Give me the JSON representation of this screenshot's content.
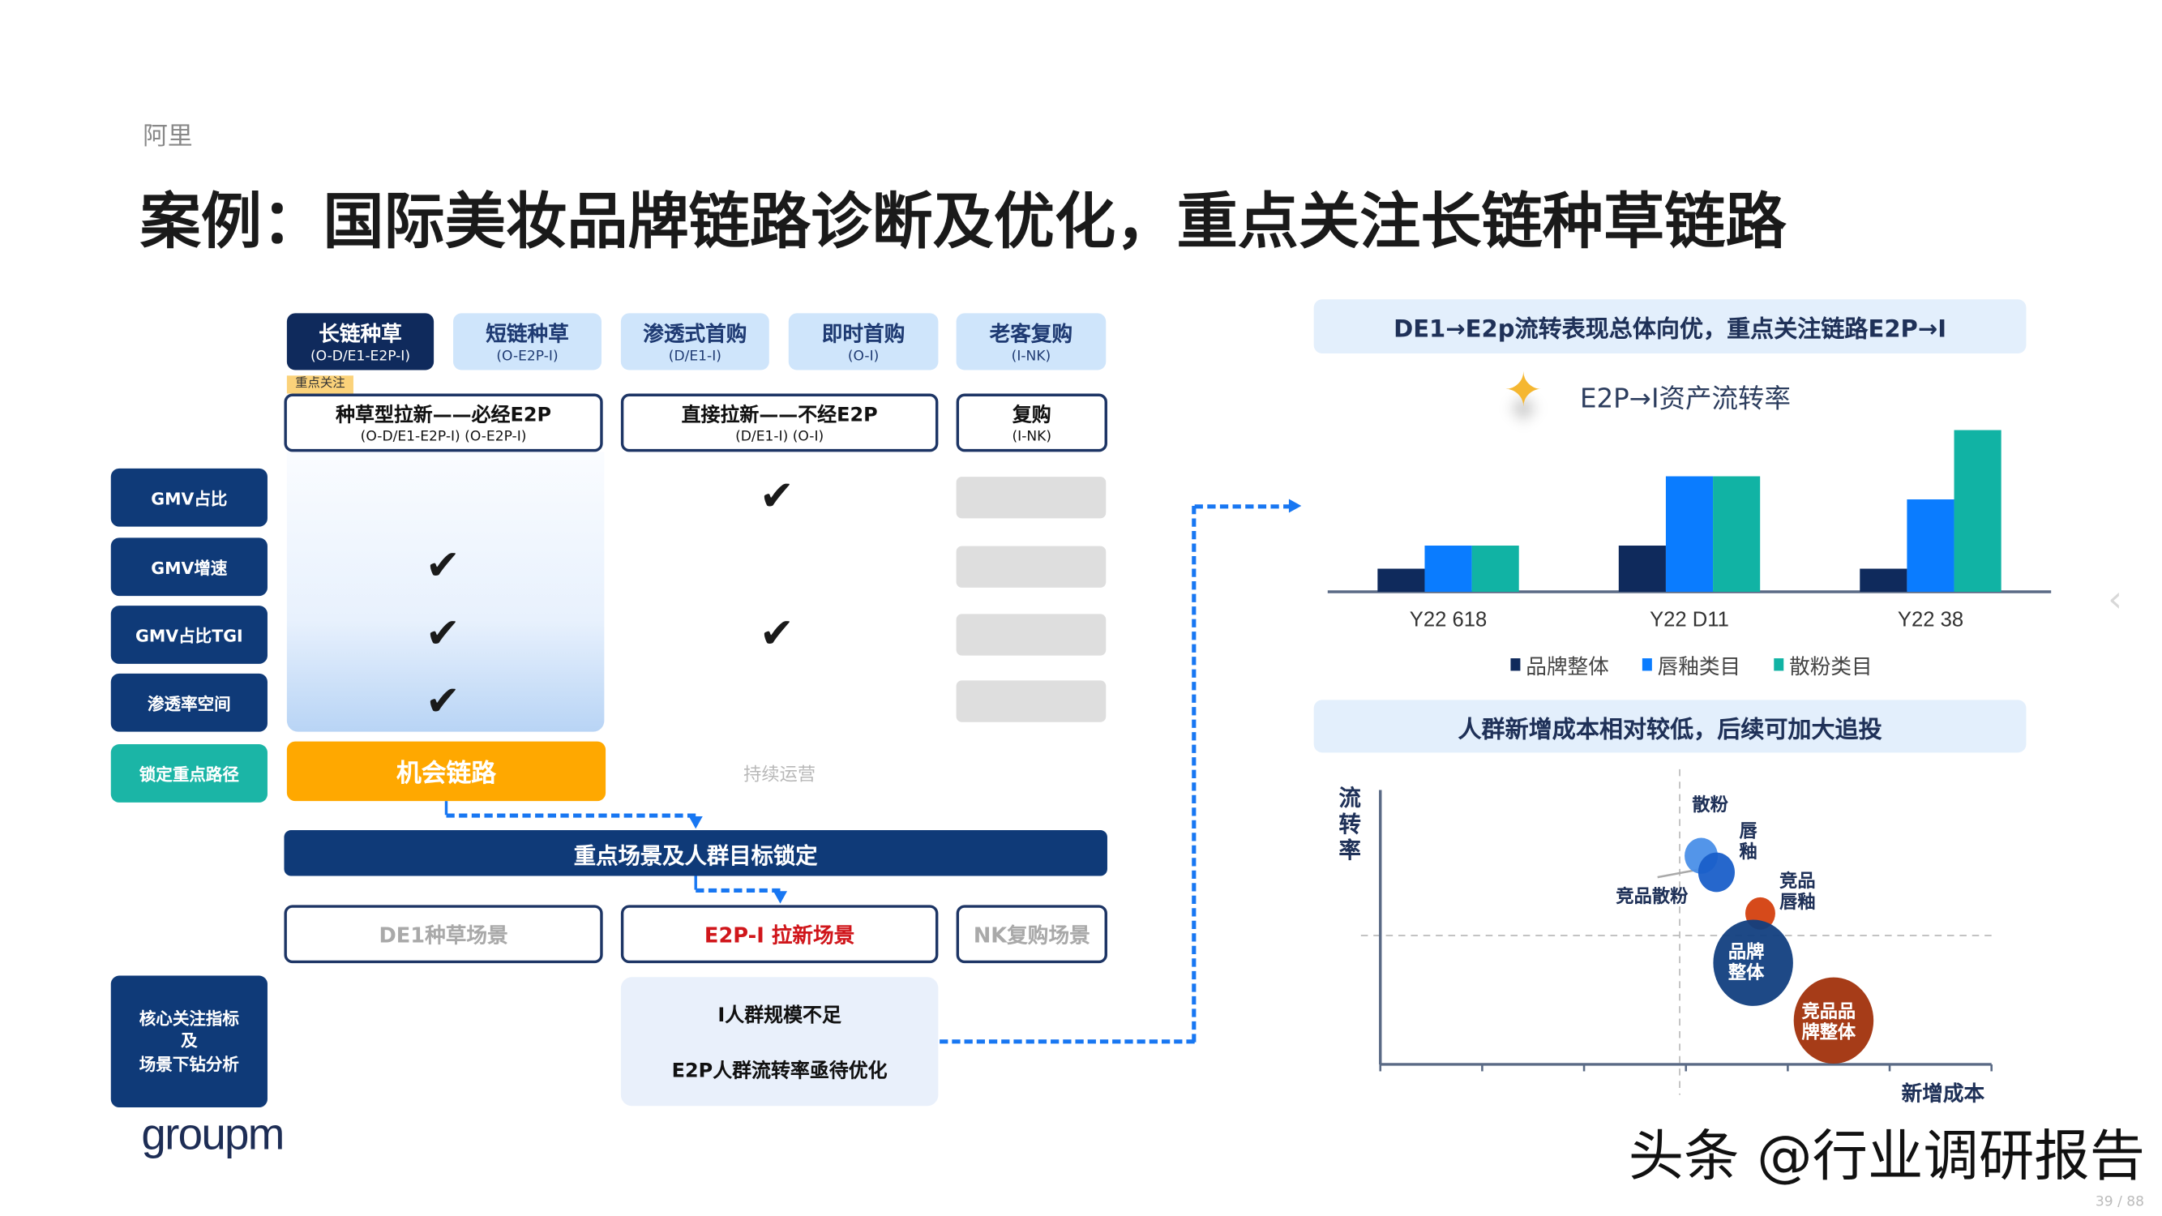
{
  "page": {
    "company": "阿里",
    "title": "案例：国际美妆品牌链路诊断及优化，重点关注长链种草链路",
    "logo": "groupm",
    "page_number": "39 / 88",
    "watermark": "头条 @行业调研报告"
  },
  "tabs": [
    {
      "label": "长链种草",
      "sub": "(O-D/E1-E2P-I)",
      "active": true
    },
    {
      "label": "短链种草",
      "sub": "(O-E2P-I)"
    },
    {
      "label": "渗透式首购",
      "sub": "(D/E1-I)"
    },
    {
      "label": "即时首购",
      "sub": "(O-I)"
    },
    {
      "label": "老客复购",
      "sub": "(I-NK)"
    }
  ],
  "focus_tag": "重点关注",
  "groups": [
    {
      "label": "种草型拉新——必经E2P",
      "sub": "(O-D/E1-E2P-I) (O-E2P-I)"
    },
    {
      "label": "直接拉新——不经E2P",
      "sub": "(D/E1-I) (O-I)"
    },
    {
      "label": "复购",
      "sub": "(I-NK)"
    }
  ],
  "metrics": [
    {
      "label": "GMV占比",
      "group1": false,
      "group2": true
    },
    {
      "label": "GMV增速",
      "group1": true,
      "group2": false
    },
    {
      "label": "GMV占比TGI",
      "group1": true,
      "group2": true
    },
    {
      "label": "渗透率空间",
      "group1": true,
      "group2": false
    }
  ],
  "check_glyph": "✔",
  "path_row": {
    "label": "锁定重点路径",
    "opportunity": "机会链路",
    "continuous": "持续运营"
  },
  "target_bar": "重点场景及人群目标锁定",
  "scenes": [
    {
      "label": "DE1种草场景"
    },
    {
      "label": "E2P-I 拉新场景",
      "highlight": true
    },
    {
      "label": "NK复购场景"
    }
  ],
  "analysis": {
    "label": "核心关注指标\n及\n场景下钻分析",
    "findings": [
      "I人群规模不足",
      "E2P人群流转率亟待优化"
    ]
  },
  "colors": {
    "navy": "#0f2a5c",
    "brand_blue": "#0f3a78",
    "light_blue": "#cfe5fb",
    "teal": "#1bb5a6",
    "orange": "#ffa800",
    "red": "#d0161b",
    "dash": "#1877f2"
  },
  "right_top": {
    "header": "DE1→E2p流转表现总体向优，重点关注链路E2P→I",
    "chart_title": "E2P→I资产流转率",
    "star_icon": "star-icon"
  },
  "chart_data": [
    {
      "type": "bar",
      "title": "E2P→I资产流转率",
      "categories": [
        "Y22 618",
        "Y22 D11",
        "Y22 38"
      ],
      "series": [
        {
          "name": "品牌整体",
          "color": "#0f2a5c",
          "values": [
            1,
            2,
            1
          ]
        },
        {
          "name": "唇釉类目",
          "color": "#0a7cff",
          "values": [
            2,
            5,
            4
          ]
        },
        {
          "name": "散粉类目",
          "color": "#11b3a4",
          "values": [
            2,
            5,
            7
          ]
        }
      ],
      "ylim": [
        0,
        7.5
      ],
      "grid": false,
      "legend": "bottom"
    },
    {
      "type": "scatter",
      "header": "人群新增成本相对较低，后续可加大追投",
      "xlabel": "新增成本",
      "ylabel": "流转率",
      "xlim": [
        0,
        6
      ],
      "ylim": [
        0,
        10
      ],
      "grid": false,
      "points": [
        {
          "name": "散粉",
          "x": 3.15,
          "y": 7.6,
          "size": 1,
          "color": "#4a8fe8"
        },
        {
          "name": "唇釉",
          "x": 3.3,
          "y": 7.0,
          "size": 1.1,
          "color": "#1a5fc9"
        },
        {
          "name": "竞品唇釉",
          "x": 3.73,
          "y": 5.5,
          "size": 0.9,
          "color": "#d4400f"
        },
        {
          "name": "品牌整体",
          "x": 3.66,
          "y": 3.7,
          "size": 2.4,
          "color": "#123f80"
        },
        {
          "name": "竞品品牌整体",
          "x": 4.45,
          "y": 1.6,
          "size": 2.4,
          "color": "#a1320c"
        }
      ],
      "annotations": [
        "竞品散粉"
      ]
    }
  ]
}
